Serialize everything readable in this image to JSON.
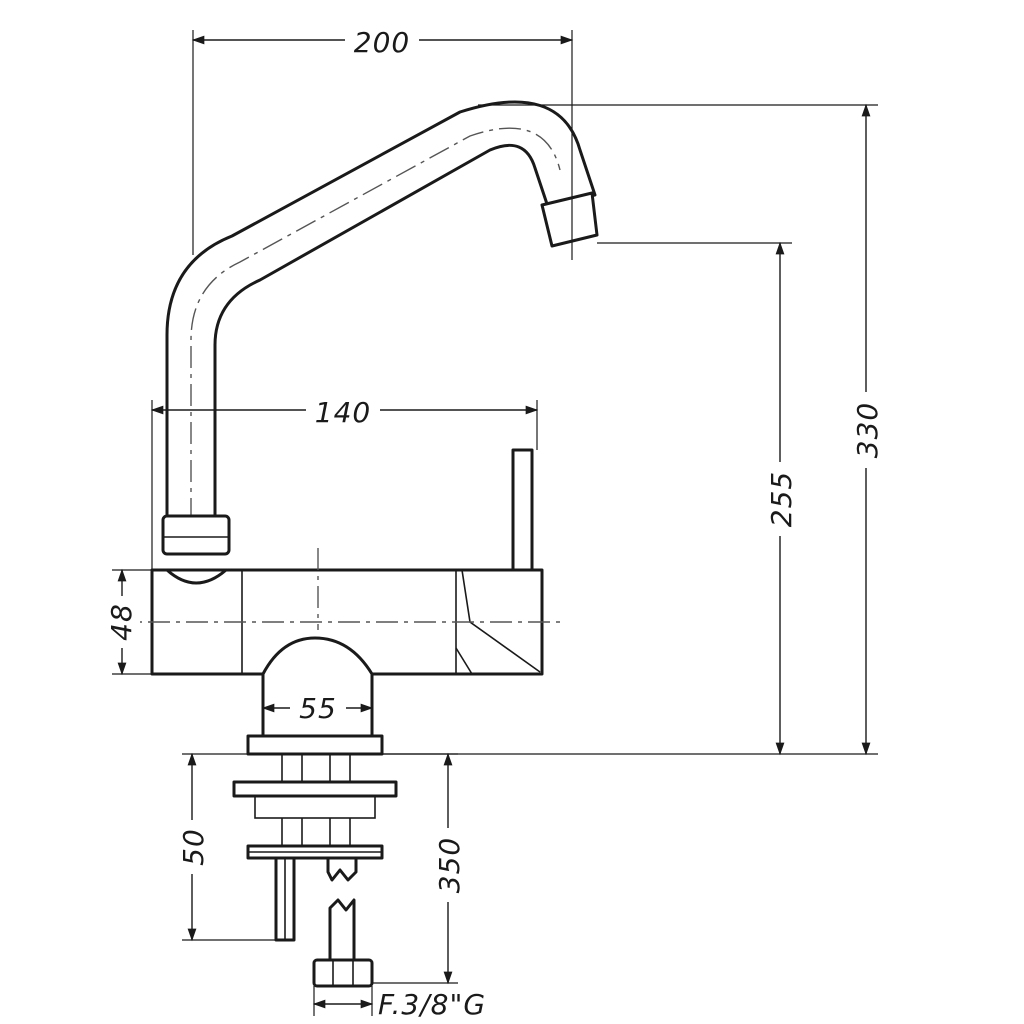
{
  "dimensions": {
    "spout_reach": "200",
    "body_length": "140",
    "body_height": "48",
    "base_width": "55",
    "shank_length": "50",
    "supply_length": "350",
    "spout_height": "255",
    "total_height": "330",
    "connection": "F.3/8\"G"
  },
  "colors": {
    "line": "#1a1a1a",
    "background": "#ffffff"
  }
}
